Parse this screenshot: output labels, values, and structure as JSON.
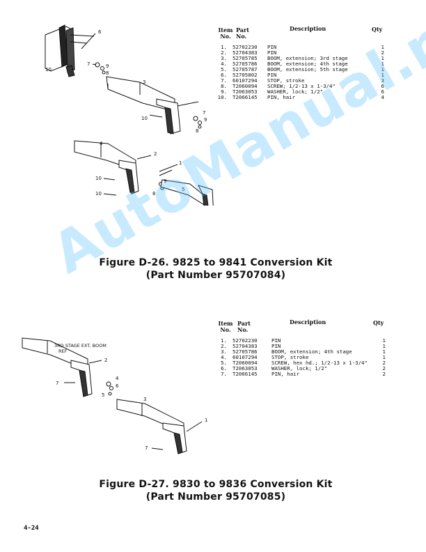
{
  "watermark": "AutoManual.net",
  "fig26": {
    "headers": {
      "item": "Item\nNo.",
      "part": "Part\nNo.",
      "description": "Description",
      "qty": "Qty"
    },
    "rows": [
      {
        "item": "1.",
        "part": "52702230",
        "description": "PIN",
        "qty": "1"
      },
      {
        "item": "2.",
        "part": "52704383",
        "description": "PIN",
        "qty": "2"
      },
      {
        "item": "3.",
        "part": "52705785",
        "description": "BOOM, extension; 3rd stage",
        "qty": "1"
      },
      {
        "item": "4.",
        "part": "52705786",
        "description": "BOOM, extension; 4th stage",
        "qty": "1"
      },
      {
        "item": "5.",
        "part": "52705787",
        "description": "BOOM, extension; 5th stage",
        "qty": "1"
      },
      {
        "item": "6.",
        "part": "52705802",
        "description": "PIN",
        "qty": "1"
      },
      {
        "item": "7.",
        "part": "60107294",
        "description": "STOP, stroke",
        "qty": "3"
      },
      {
        "item": "8.",
        "part": "T2060094",
        "description": "SCREW; 1/2-13 x 1-3/4\"",
        "qty": "6"
      },
      {
        "item": "9.",
        "part": "T2063053",
        "description": "WASHER, lock; 1/2\"",
        "qty": "6"
      },
      {
        "item": "10.",
        "part": "T2066145",
        "description": "PIN, hair",
        "qty": "4"
      }
    ],
    "caption_line1": "Figure D-26. 9825 to 9841 Conversion Kit",
    "caption_line2": "(Part Number 95707084)",
    "callouts": [
      "6",
      "7",
      "9",
      "8",
      "3",
      "10",
      "9",
      "7",
      "8",
      "10",
      "4",
      "2",
      "1",
      "10",
      "9",
      "10",
      "8",
      "5"
    ]
  },
  "fig27": {
    "headers": {
      "item": "Item\nNo.",
      "part": "Part\nNo.",
      "description": "Description",
      "qty": "Qty"
    },
    "rows": [
      {
        "item": "1.",
        "part": "52702230",
        "description": "PIN",
        "qty": "1"
      },
      {
        "item": "2.",
        "part": "52704383",
        "description": "PIN",
        "qty": "1"
      },
      {
        "item": "3.",
        "part": "52705786",
        "description": "BOOM, extension; 4th stage",
        "qty": "1"
      },
      {
        "item": "4.",
        "part": "60107294",
        "description": "STOP, stroke",
        "qty": "1"
      },
      {
        "item": "5.",
        "part": "T2060094",
        "description": "SCREW, hex hd.; 1/2-13 x 1-3/4\"",
        "qty": "2"
      },
      {
        "item": "6.",
        "part": "T2063053",
        "description": "WASHER, lock; 1/2\"",
        "qty": "2"
      },
      {
        "item": "7.",
        "part": "T2066145",
        "description": "PIN, hair",
        "qty": "2"
      }
    ],
    "caption_line1": "Figure D-27. 9830 to 9836 Conversion Kit",
    "caption_line2": "(Part Number 95707085)",
    "boom_ref": "3RD STAGE EXT. BOOM\nREF",
    "callouts": [
      "2",
      "7",
      "4",
      "6",
      "5",
      "3",
      "1",
      "7"
    ]
  },
  "page_number": "4-24"
}
